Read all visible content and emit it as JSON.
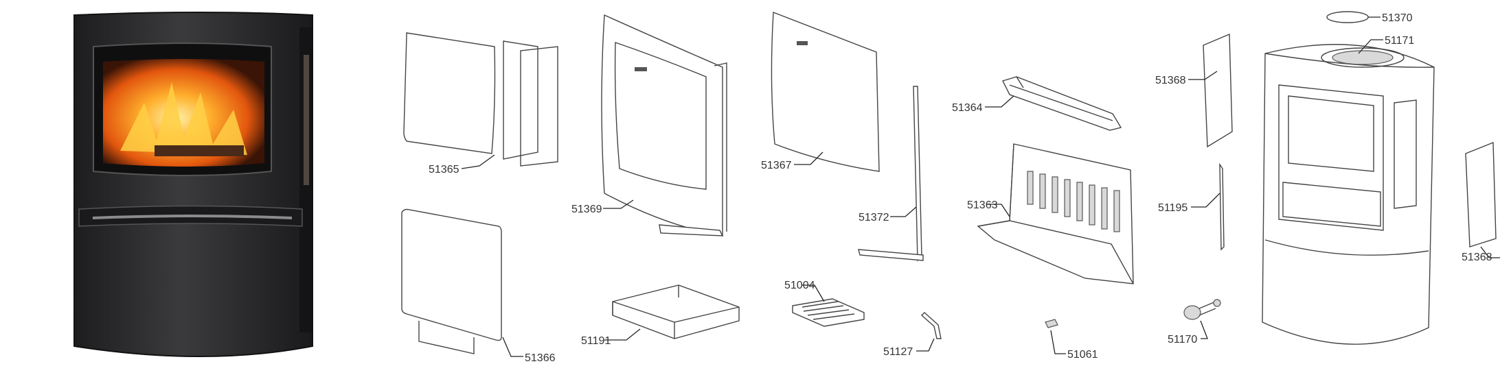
{
  "labels": {
    "p51365": "51365",
    "p51366": "51366",
    "p51369": "51369",
    "p51191": "51191",
    "p51367": "51367",
    "p51004": "51004",
    "p51372": "51372",
    "p51127": "51127",
    "p51364": "51364",
    "p51363": "51363",
    "p51061": "51061",
    "p51368a": "51368",
    "p51195": "51195",
    "p51170": "51170",
    "p51370": "51370",
    "p51171": "51171",
    "p51368b": "51368"
  },
  "colors": {
    "stove_body": "#2c2c2e",
    "stove_edge": "#3a3a3c",
    "fire": "#f28a1a",
    "line": "#444444"
  }
}
